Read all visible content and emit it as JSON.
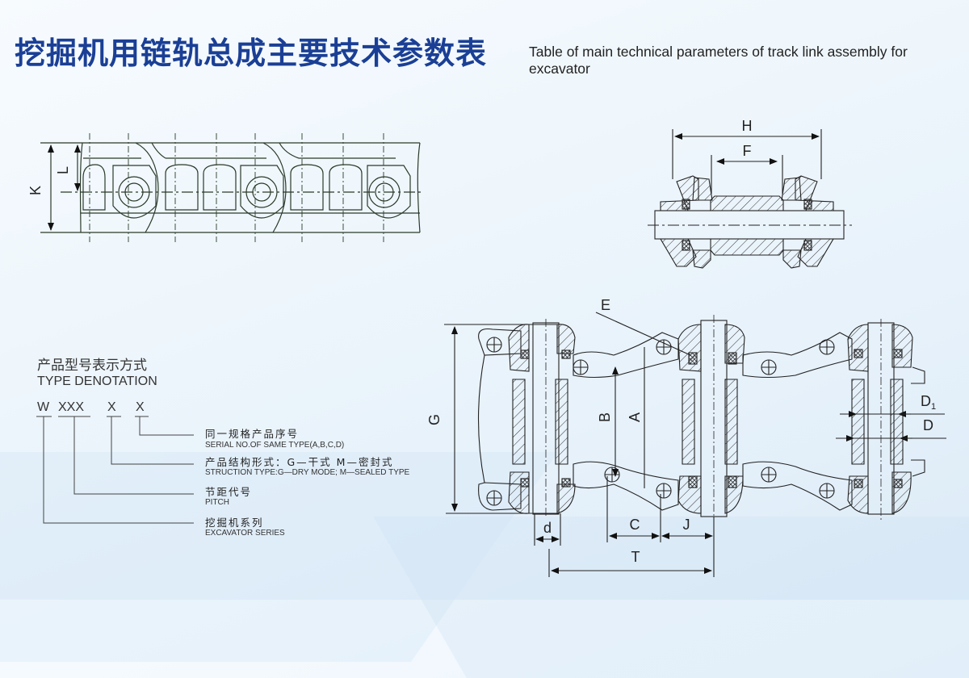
{
  "header": {
    "title_cn": "挖掘机用链轨总成主要技术参数表",
    "title_en": "Table of main technical parameters of track link assembly for excavator",
    "accent_color": "#1a3f95"
  },
  "side_view": {
    "dimension_labels": {
      "outer_height": "K",
      "center_height": "L"
    }
  },
  "cross_section": {
    "dimension_labels": {
      "outer_width": "H",
      "inner_width": "F"
    }
  },
  "plan_view": {
    "dimension_labels": {
      "overall_height": "G",
      "seal": "E",
      "inner_b": "B",
      "inner_a": "A",
      "bushing_outer": "D",
      "bushing_outer_d1": "D",
      "bushing_outer_d1_sub": "1",
      "pin_diameter": "d",
      "c_dim": "C",
      "j_dim": "J",
      "pitch": "T"
    }
  },
  "type_denotation": {
    "title_cn": "产品型号表示方式",
    "title_en": "TYPE DENOTATION",
    "code_parts": [
      "W",
      "XXX",
      "X",
      "X"
    ],
    "items": [
      {
        "cn": "同一规格产品序号",
        "en": "SERIAL   NO.OF SAME TYPE(A,B,C,D)"
      },
      {
        "cn": "产品结构形式：G—干式  M—密封式",
        "en": "STRUCTION TYPE:G—DRY MODE; M—SEALED TYPE"
      },
      {
        "cn": "节距代号",
        "en": "PITCH"
      },
      {
        "cn": "挖掘机系列",
        "en": "EXCAVATOR SERIES"
      }
    ]
  }
}
